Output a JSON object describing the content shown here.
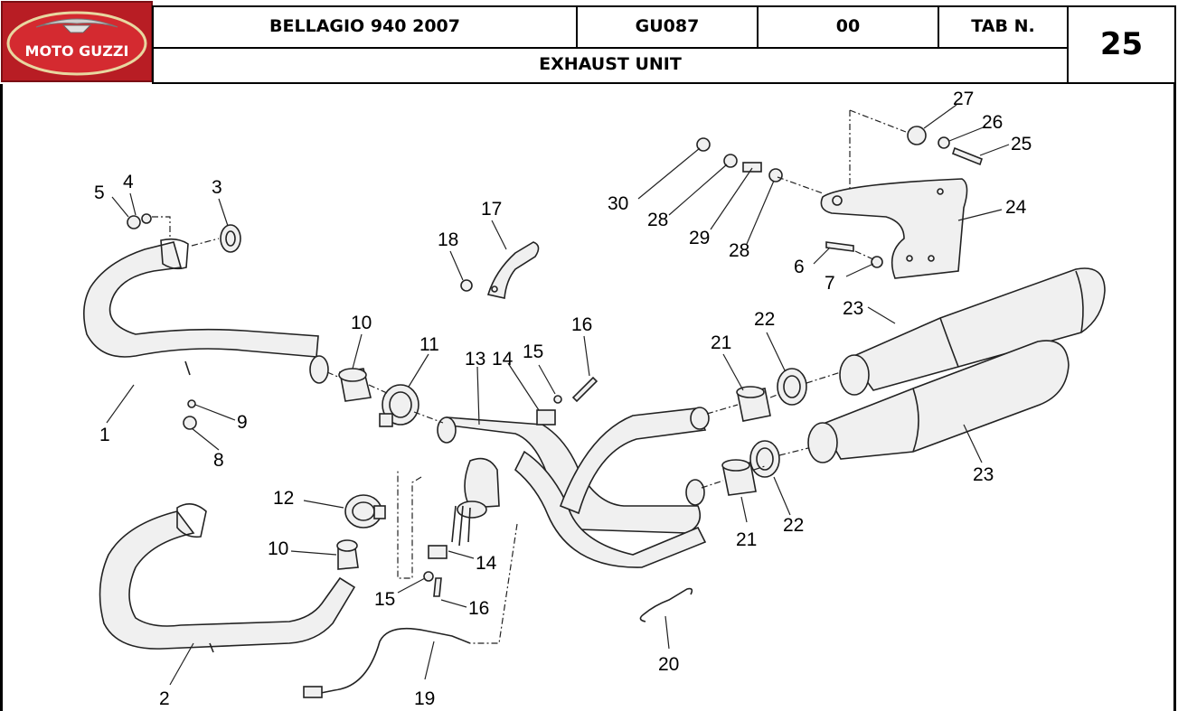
{
  "header": {
    "brand_logo_text": "MOTO GUZZI",
    "model": "BELLAGIO 940 2007",
    "code": "GU087",
    "revision": "00",
    "tab_label": "TAB N.",
    "tab_number": "25",
    "section_title": "EXHAUST UNIT"
  },
  "callouts": {
    "c1": "1",
    "c2": "2",
    "c3": "3",
    "c4": "4",
    "c5": "5",
    "c6": "6",
    "c7": "7",
    "c8": "8",
    "c9": "9",
    "c10a": "10",
    "c10b": "10",
    "c11": "11",
    "c12": "12",
    "c13": "13",
    "c14a": "14",
    "c14b": "14",
    "c15a": "15",
    "c15b": "15",
    "c16a": "16",
    "c16b": "16",
    "c17": "17",
    "c18": "18",
    "c19": "19",
    "c20": "20",
    "c21a": "21",
    "c21b": "21",
    "c22a": "22",
    "c22b": "22",
    "c23a": "23",
    "c23b": "23",
    "c24": "24",
    "c25": "25",
    "c26": "26",
    "c27": "27",
    "c28a": "28",
    "c28b": "28",
    "c29": "29",
    "c30": "30"
  },
  "colors": {
    "logo_red": "#c8202a",
    "logo_text": "#ffffff",
    "border": "#000000"
  }
}
